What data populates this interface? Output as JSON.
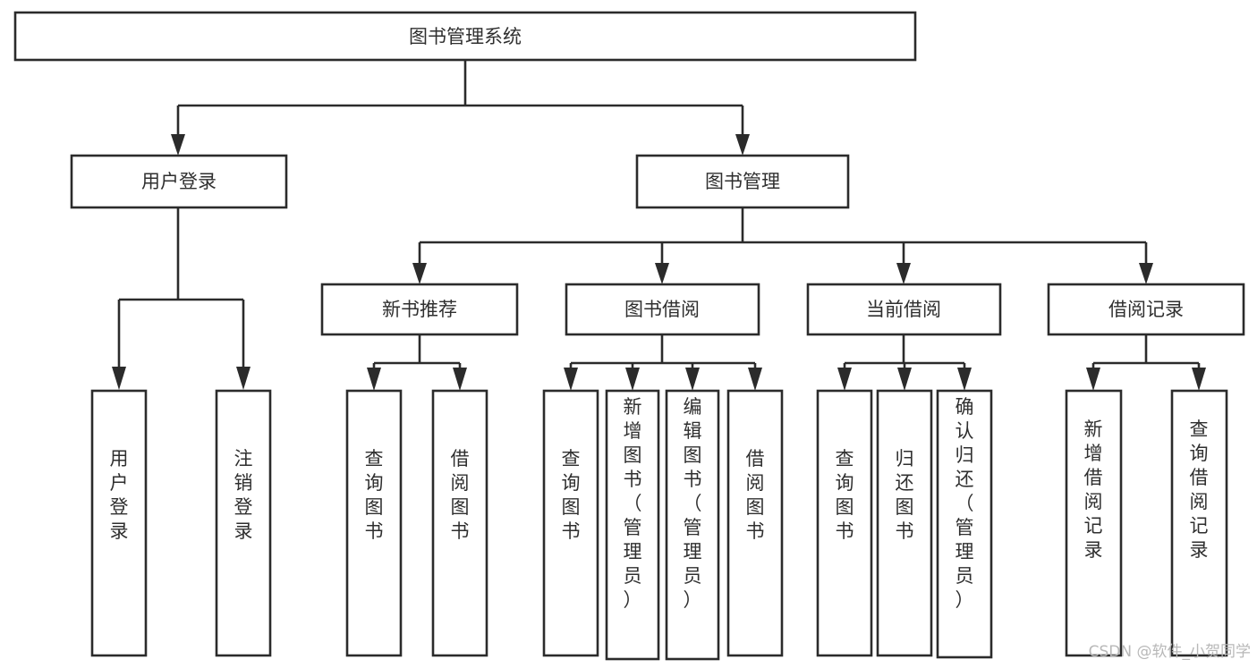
{
  "diagram": {
    "type": "tree-hierarchy-chart",
    "title": "图书管理系统",
    "orientation": "top-down",
    "colors": {
      "box_stroke": "#2b2b2b",
      "box_fill": "#ffffff",
      "text": "#2f2f2f",
      "connector": "#2b2b2b",
      "background": "#ffffff",
      "watermark": "#b8b8b8"
    },
    "levels": [
      {
        "level": 1,
        "nodes": [
          {
            "id": "root",
            "label": "图书管理系统",
            "text_direction": "horizontal"
          }
        ]
      },
      {
        "level": 2,
        "nodes": [
          {
            "id": "user-login",
            "label": "用户登录",
            "text_direction": "horizontal",
            "parent": "root"
          },
          {
            "id": "book-manage",
            "label": "图书管理",
            "text_direction": "horizontal",
            "parent": "root"
          }
        ]
      },
      {
        "level": 3,
        "nodes": [
          {
            "id": "new-book-rec",
            "label": "新书推荐",
            "text_direction": "horizontal",
            "parent": "book-manage"
          },
          {
            "id": "book-borrow",
            "label": "图书借阅",
            "text_direction": "horizontal",
            "parent": "book-manage"
          },
          {
            "id": "current-borrow",
            "label": "当前借阅",
            "text_direction": "horizontal",
            "parent": "book-manage"
          },
          {
            "id": "borrow-record",
            "label": "借阅记录",
            "text_direction": "horizontal",
            "parent": "book-manage"
          }
        ]
      },
      {
        "level": 4,
        "nodes": [
          {
            "id": "leaf-user-login",
            "label": "用户登录",
            "text_direction": "vertical",
            "parent": "user-login"
          },
          {
            "id": "leaf-logout",
            "label": "注销登录",
            "text_direction": "vertical",
            "parent": "user-login"
          },
          {
            "id": "leaf-query-book-1",
            "label": "查询图书",
            "text_direction": "vertical",
            "parent": "new-book-rec"
          },
          {
            "id": "leaf-borrow-book-1",
            "label": "借阅图书",
            "text_direction": "vertical",
            "parent": "new-book-rec"
          },
          {
            "id": "leaf-query-book-2",
            "label": "查询图书",
            "text_direction": "vertical",
            "parent": "book-borrow"
          },
          {
            "id": "leaf-add-book",
            "label": "新增图书（管理员）",
            "text_direction": "vertical",
            "parent": "book-borrow"
          },
          {
            "id": "leaf-edit-book",
            "label": "编辑图书（管理员）",
            "text_direction": "vertical",
            "parent": "book-borrow"
          },
          {
            "id": "leaf-borrow-book-2",
            "label": "借阅图书",
            "text_direction": "vertical",
            "parent": "book-borrow"
          },
          {
            "id": "leaf-query-book-3",
            "label": "查询图书",
            "text_direction": "vertical",
            "parent": "current-borrow"
          },
          {
            "id": "leaf-return-book",
            "label": "归还图书",
            "text_direction": "vertical",
            "parent": "current-borrow"
          },
          {
            "id": "leaf-confirm-return",
            "label": "确认归还（管理员）",
            "text_direction": "vertical",
            "parent": "current-borrow"
          },
          {
            "id": "leaf-add-record",
            "label": "新增借阅记录",
            "text_direction": "vertical",
            "parent": "borrow-record"
          },
          {
            "id": "leaf-query-record",
            "label": "查询借阅记录",
            "text_direction": "vertical",
            "parent": "borrow-record"
          }
        ]
      }
    ]
  },
  "watermark": {
    "text": "CSDN @软件_小贺同学"
  }
}
